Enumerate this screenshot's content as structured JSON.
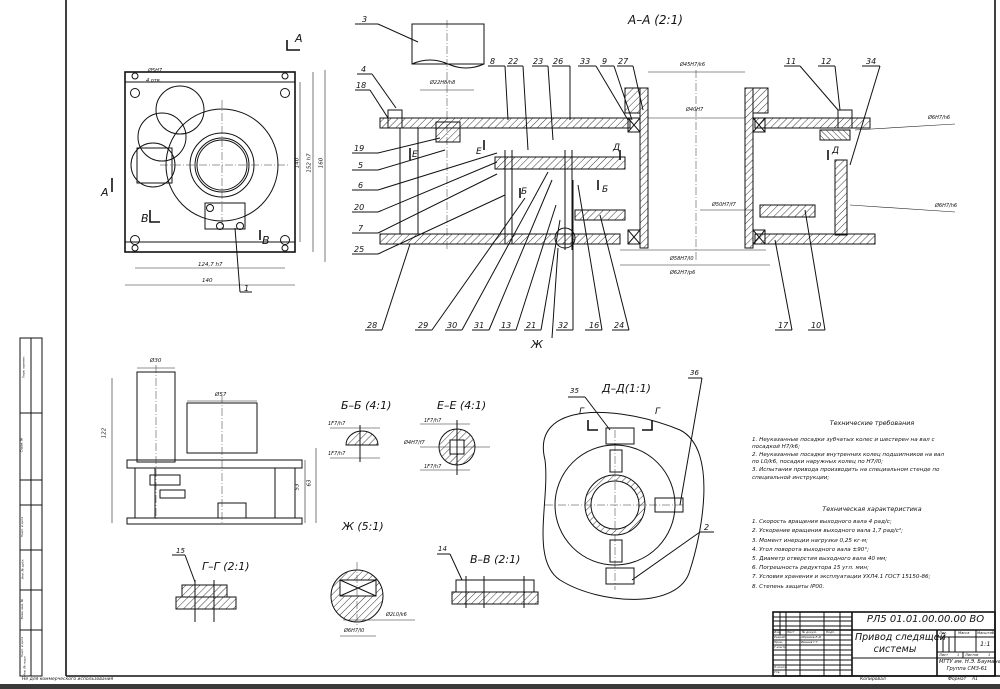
{
  "drawing": {
    "title": "Привод следящей системы",
    "title_line1": "Привод следящей",
    "title_line2": "системы",
    "designation": "РЛ5 01.01.00.00.00 ВО",
    "organization_line1": "МГТУ им. Н.Э. Баумана",
    "organization_line2": "Группа СМ3-61",
    "scale": "1:1",
    "scale_header": "Масштаб",
    "mass_header": "Масса",
    "lit_header": "Лит.",
    "sheet_label": "Лист",
    "sheet_value": "1",
    "sheets_label": "Листов",
    "sheets_value": "1",
    "copied_label": "Копировал",
    "format_label": "Формат",
    "format_value": "А1",
    "stamp_rows": [
      {
        "role": "Изм.",
        "name": "Лист",
        "sig": "№ докум.",
        "date": "Подп."
      },
      {
        "role": "Разраб.",
        "name": "Абрамов Е.Д."
      },
      {
        "role": "Пров.",
        "name": "Иванов Г.Г."
      },
      {
        "role": "Т.контр."
      },
      {
        "role": "Н.контр."
      },
      {
        "role": "Утв."
      }
    ],
    "left_strip": {
      "label1": "Перв. примен.",
      "label2": "Справ. №",
      "label3": "Подп. и дата",
      "label4": "Инв. № дубл.",
      "label5": "Взам. инв. №",
      "label6": "Подп. и дата",
      "label7": "Инв. № подл."
    },
    "bottom_note": "Не для коммерческого использования"
  },
  "views": {
    "top_view": {
      "cut_labels": [
        "А",
        "А",
        "В",
        "В"
      ],
      "dims": {
        "hole": "Ø5Н7",
        "holes_count": "4 отв.",
        "w1": "124,7 h7",
        "w2": "140",
        "h1": "140",
        "h2": "152 h7",
        "h3": "160"
      },
      "callout": "1"
    },
    "section_aa": {
      "title": "А–А (2:1)",
      "dims": {
        "d45": "Ø45Н7/k6",
        "d40": "Ø40Н7",
        "d22": "Ø22Н8/h8",
        "d50": "Ø50Н7/f7",
        "d58": "Ø58Н7/l0",
        "d62": "Ø62Н7/p6",
        "d6a": "Ø6Н7/h6",
        "d6b": "Ø6Н7/h6"
      },
      "callouts_top": [
        "3",
        "4",
        "18",
        "8",
        "22",
        "23",
        "26",
        "33",
        "9",
        "27",
        "11",
        "12",
        "34"
      ],
      "callouts_left": [
        "19",
        "5",
        "6",
        "20",
        "7",
        "25"
      ],
      "callouts_bottom": [
        "28",
        "29",
        "30",
        "31",
        "13",
        "21",
        "32",
        "16",
        "24",
        "17",
        "10"
      ],
      "cut_labels": [
        "Е",
        "Е",
        "Б",
        "Б",
        "Д",
        "Д"
      ],
      "detail_label": "Ж"
    },
    "front_view": {
      "dims": {
        "d30": "Ø30",
        "d57": "Ø57",
        "h122": "122",
        "h53": "53",
        "h63": "63"
      }
    },
    "section_bb": {
      "title": "Б–Б (4:1)",
      "fit1": "1F7/h7",
      "fit2": "1F7/h7"
    },
    "section_ee": {
      "title": "Е–Е (4:1)",
      "fit1": "1F7/h7",
      "fit2": "Ø4Н7/f7",
      "fit3": "1F7/h7"
    },
    "section_dd": {
      "title": "Д–Д(1:1)",
      "callouts": [
        "35",
        "36",
        "2"
      ],
      "cut_labels": [
        "Г",
        "Г"
      ]
    },
    "detail_zh": {
      "title": "Ж (5:1)",
      "fit1": "Ø2L0/k6",
      "fit2": "Ø6Н7/l0"
    },
    "section_gg": {
      "title": "Г–Г (2:1)",
      "callout": "15"
    },
    "section_vv": {
      "title": "В–В (2:1)",
      "callout": "14"
    }
  },
  "requirements": {
    "title": "Технические требования",
    "items": [
      "1. Неуказанные посадки зубчатых колес и шестерен на вал с",
      "   посадкой Н7/k6;",
      "2. Неуказанные посадки внутренних колец подшипников на вал",
      "   по L0/k6, посадки наружных колец по Н7/l0;",
      "3. Испытания привода производить на специальном стенде по",
      "   специальной инструкции;"
    ]
  },
  "characteristics": {
    "title": "Техническая характеристика",
    "items": [
      "1. Скорость вращения выходного вала 4 рад/с;",
      "2. Ускорение вращения выходного вала 1,7 рад/с²;",
      "3. Момент инерции нагрузки 0,25 кг·м;",
      "4. Угол поворота выходного вала ±90°;",
      "5. Диаметр отверстия выходного вала 40 мм;",
      "6. Погрешность редуктора 15 угл. мин;",
      "7. Условия хранения и эксплуатации УХЛ4.1 ГОСТ 15150-86;",
      "8. Степень защиты IP00."
    ]
  }
}
